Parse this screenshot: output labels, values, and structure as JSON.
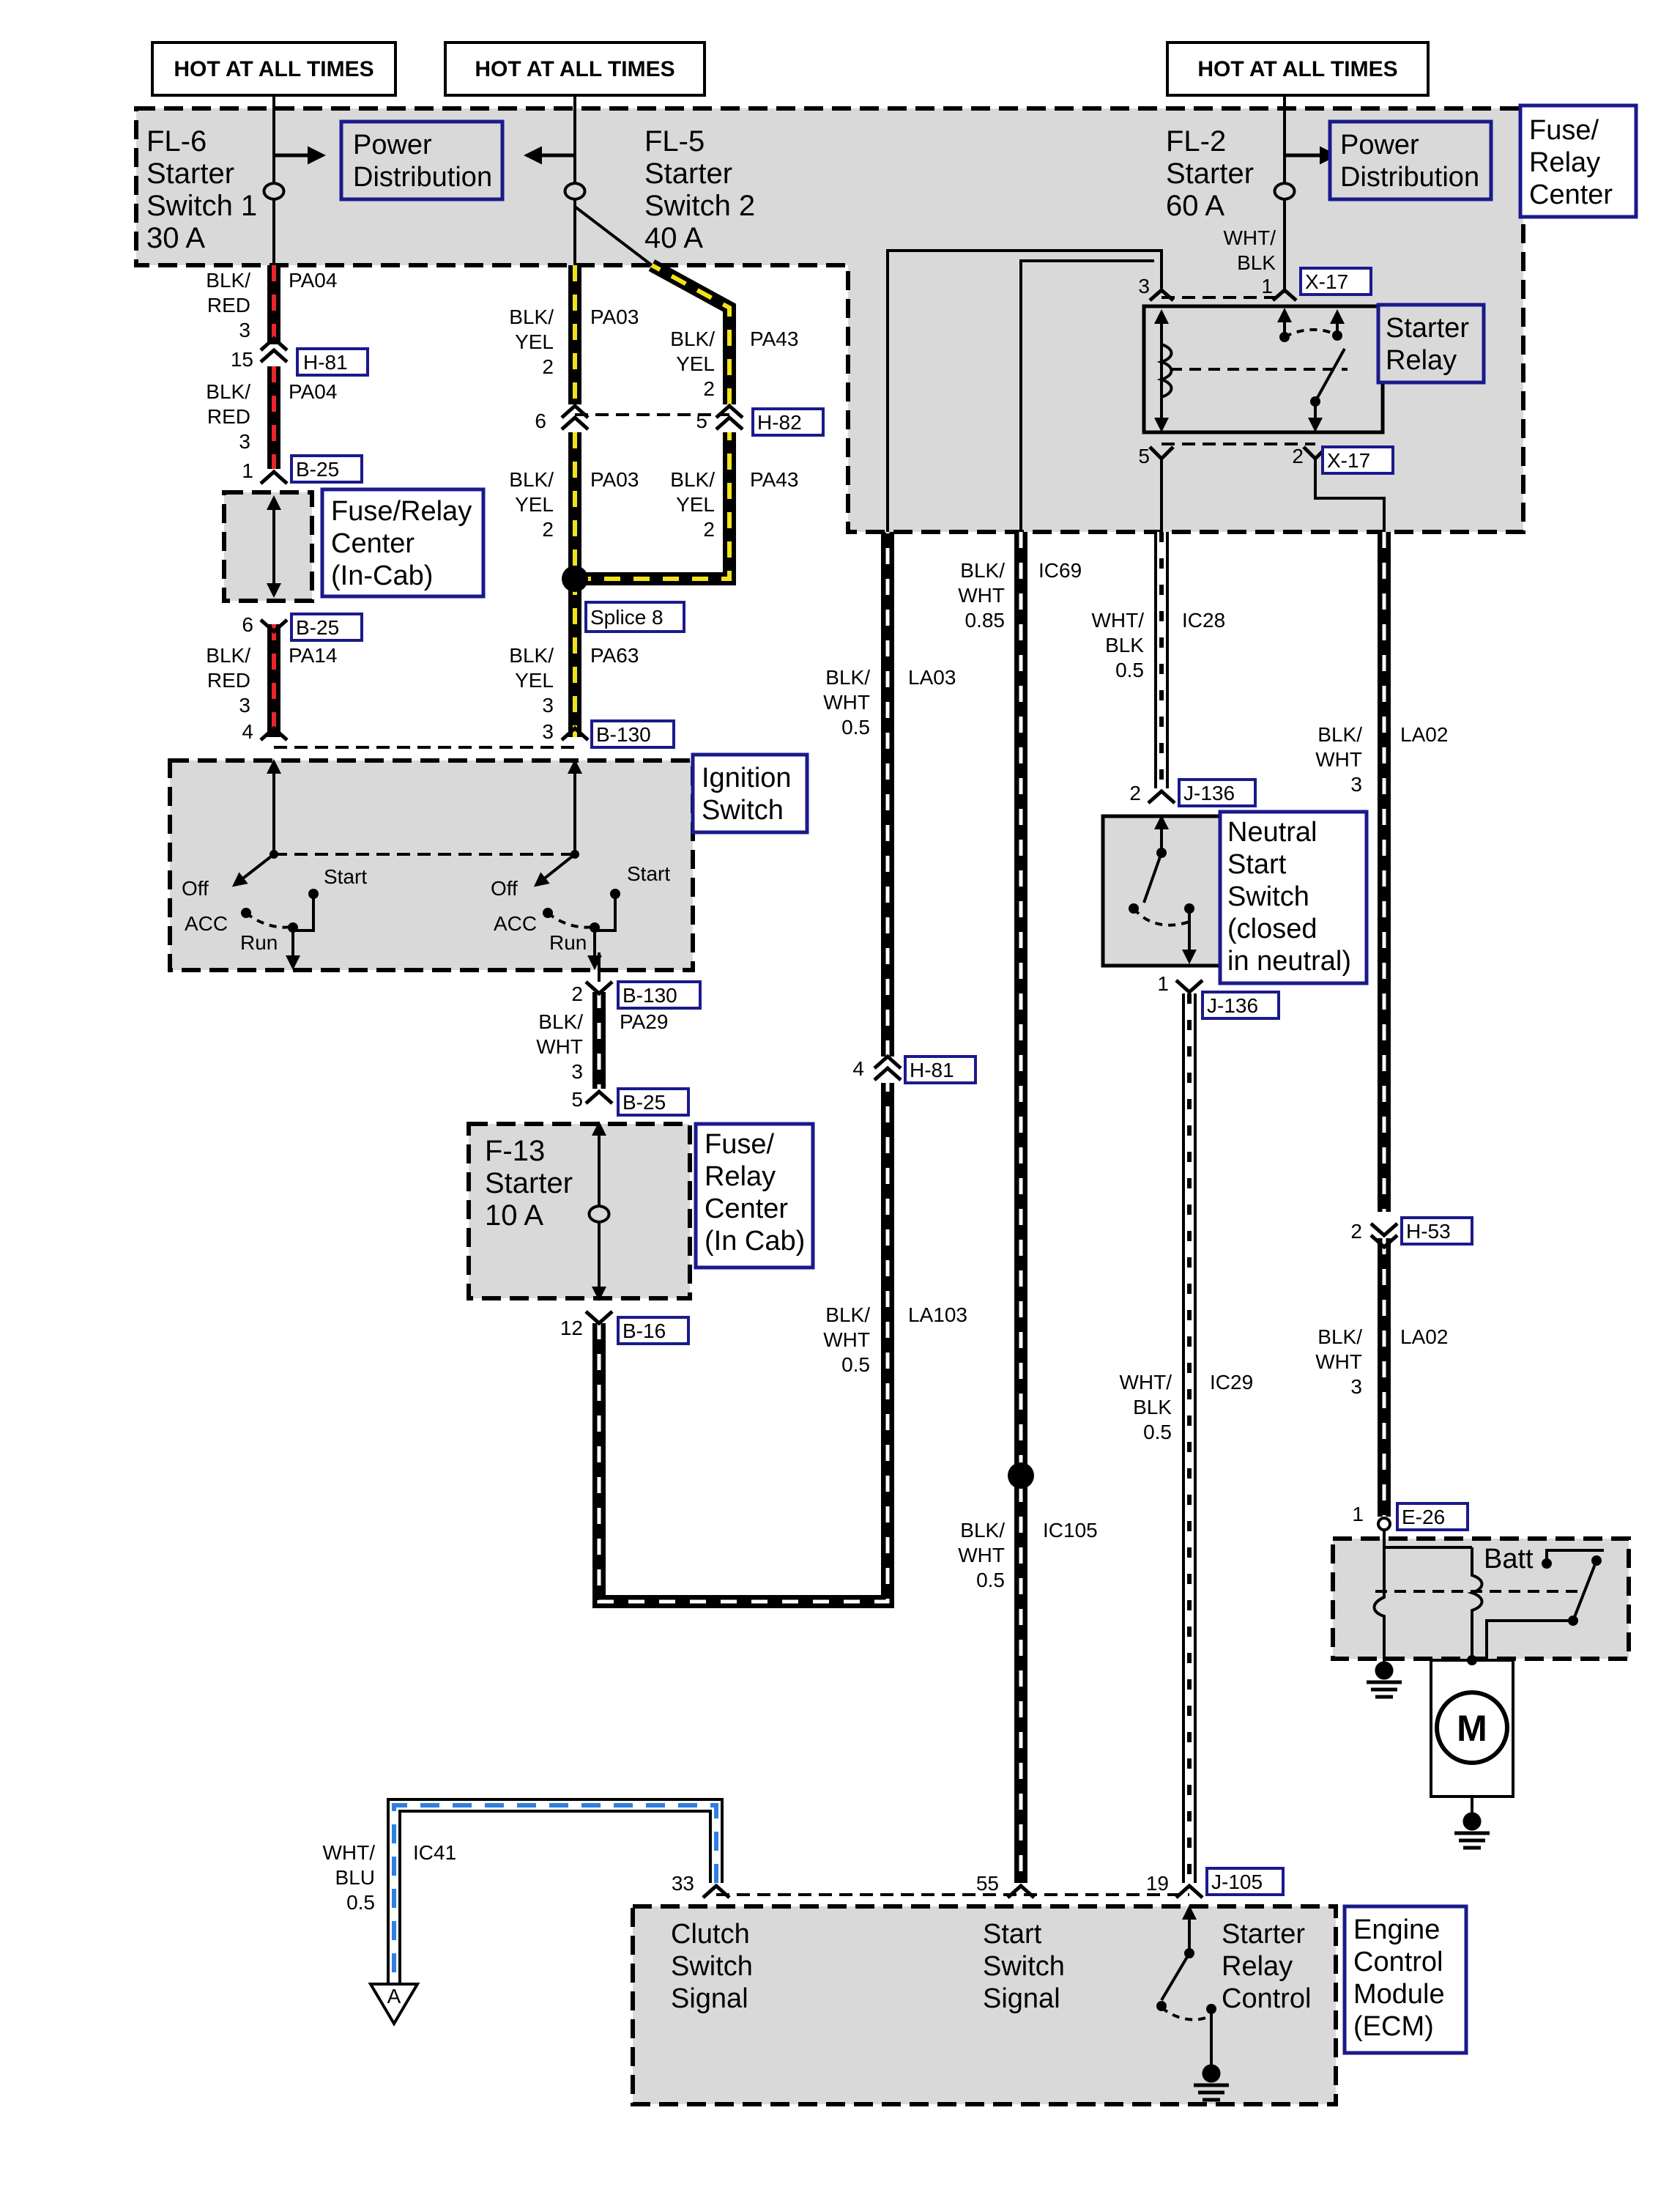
{
  "hot_labels": [
    "HOT AT ALL TIMES",
    "HOT AT ALL TIMES",
    "HOT AT ALL TIMES"
  ],
  "fuses": {
    "fl6": [
      "FL-6",
      "Starter",
      "Switch 1",
      "30 A"
    ],
    "fl5": [
      "FL-5",
      "Starter",
      "Switch 2",
      "40 A"
    ],
    "fl2": [
      "FL-2",
      "Starter",
      "60 A"
    ],
    "f13": [
      "F-13",
      "Starter",
      "10 A"
    ]
  },
  "boxes": {
    "power_dist": [
      "Power",
      "Distribution"
    ],
    "fuse_relay_center": [
      "Fuse/",
      "Relay",
      "Center"
    ],
    "starter_relay": [
      "Starter",
      "Relay"
    ],
    "fuse_relay_incab_1": [
      "Fuse/Relay",
      "Center",
      "(In-Cab)"
    ],
    "ignition_switch": [
      "Ignition",
      "Switch"
    ],
    "neutral_start": [
      "Neutral",
      "Start",
      "Switch",
      "(closed",
      "in neutral)"
    ],
    "fuse_relay_incab_2": [
      "Fuse/",
      "Relay",
      "Center",
      "(In Cab)"
    ],
    "ecm": [
      "Engine",
      "Control",
      "Module",
      "(ECM)"
    ]
  },
  "ecm_signals": {
    "clutch": [
      "Clutch",
      "Switch",
      "Signal"
    ],
    "start": [
      "Start",
      "Switch",
      "Signal"
    ],
    "relay": [
      "Starter",
      "Relay",
      "Control"
    ]
  },
  "switch_positions": {
    "off": "Off",
    "acc": "ACC",
    "run": "Run",
    "start": "Start"
  },
  "batt": "Batt",
  "motor": "M",
  "splice": "Splice 8",
  "offpage": "A",
  "connectors": {
    "h81a": "H-81",
    "b25a": "B-25",
    "b25b": "B-25",
    "h82": "H-82",
    "b130a": "B-130",
    "b130b": "B-130",
    "b25c": "B-25",
    "b16": "B-16",
    "h81b": "H-81",
    "x17a": "X-17",
    "x17b": "X-17",
    "j136a": "J-136",
    "j136b": "J-136",
    "h53": "H-53",
    "e26": "E-26",
    "j105": "J-105"
  },
  "pins": {
    "p15": "15",
    "p1a": "1",
    "p6a": "6",
    "p4a": "4",
    "p6b": "6",
    "p5b": "5",
    "p3a": "3",
    "p2a": "2",
    "p5a": "5",
    "p12": "12",
    "p4b": "4",
    "p3b": "3",
    "p1b": "1",
    "p5c": "5",
    "p2b": "2",
    "p2c": "2",
    "p1c": "1",
    "p2d": "2",
    "p1d": "1",
    "p33": "33",
    "p55": "55",
    "p19": "19"
  },
  "wires": {
    "pa04a": {
      "color": [
        "BLK/",
        "RED",
        "3"
      ],
      "circuit": "PA04"
    },
    "pa04b": {
      "color": [
        "BLK/",
        "RED",
        "3"
      ],
      "circuit": "PA04"
    },
    "pa14": {
      "color": [
        "BLK/",
        "RED",
        "3"
      ],
      "circuit": "PA14"
    },
    "pa03a": {
      "color": [
        "BLK/",
        "YEL",
        "2"
      ],
      "circuit": "PA03"
    },
    "pa43a": {
      "color": [
        "BLK/",
        "YEL",
        "2"
      ],
      "circuit": "PA43"
    },
    "pa03b": {
      "color": [
        "BLK/",
        "YEL",
        "2"
      ],
      "circuit": "PA03"
    },
    "pa43b": {
      "color": [
        "BLK/",
        "YEL",
        "2"
      ],
      "circuit": "PA43"
    },
    "pa63": {
      "color": [
        "BLK/",
        "YEL",
        "3"
      ],
      "circuit": "PA63"
    },
    "pa29": {
      "color": [
        "BLK/",
        "WHT",
        "3"
      ],
      "circuit": "PA29"
    },
    "la03": {
      "color": [
        "BLK/",
        "WHT",
        "0.5"
      ],
      "circuit": "LA03"
    },
    "la103": {
      "color": [
        "BLK/",
        "WHT",
        "0.5"
      ],
      "circuit": "LA103"
    },
    "ic69": {
      "color": [
        "BLK/",
        "WHT",
        "0.85"
      ],
      "circuit": "IC69"
    },
    "ic105": {
      "color": [
        "BLK/",
        "WHT",
        "0.5"
      ],
      "circuit": "IC105"
    },
    "ic28": {
      "color": [
        "WHT/",
        "BLK",
        "0.5"
      ],
      "circuit": "IC28"
    },
    "ic29": {
      "color": [
        "WHT/",
        "BLK",
        "0.5"
      ],
      "circuit": "IC29"
    },
    "la02a": {
      "color": [
        "BLK/",
        "WHT",
        "3"
      ],
      "circuit": "LA02"
    },
    "la02b": {
      "color": [
        "BLK/",
        "WHT",
        "3"
      ],
      "circuit": "LA02"
    },
    "ic41": {
      "color": [
        "WHT/",
        "BLU",
        "0.5"
      ],
      "circuit": "IC41"
    },
    "fl2out": {
      "color": [
        "WHT/",
        "BLK"
      ]
    }
  },
  "colors": {
    "component_fill": "#d9d9d9",
    "label_border": "#1a1a8c",
    "wire": "#000000",
    "red_stripe": "#e8262b",
    "yellow_stripe": "#f2e21b",
    "blue_stripe": "#2f7fe0"
  }
}
